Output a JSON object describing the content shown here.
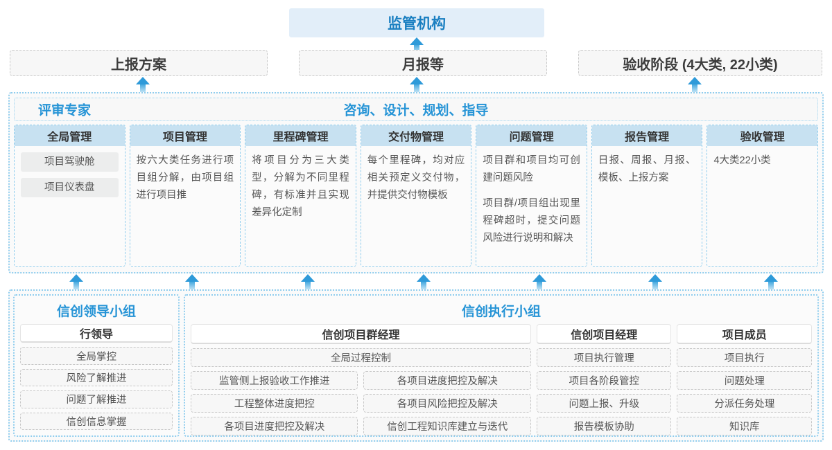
{
  "top": {
    "regulator": "监管机构",
    "reports": [
      {
        "label": "上报方案"
      },
      {
        "label": "月报等"
      },
      {
        "label": "验收阶段 (4大类, 22小类)"
      }
    ],
    "arrow_icon": "arrow-up-icon"
  },
  "middle": {
    "banner_left": "评审专家",
    "banner_center": "咨询、设计、规划、指导",
    "cards": [
      {
        "title": "全局管理",
        "pills": [
          "项目驾驶舱",
          "项目仪表盘"
        ],
        "paragraphs": []
      },
      {
        "title": "项目管理",
        "pills": [],
        "paragraphs": [
          "按六大类任务进行项目组分解，由项目组进行项目推"
        ]
      },
      {
        "title": "里程碑管理",
        "pills": [],
        "paragraphs": [
          "将项目分为三大类型，分解为不同里程碑，有标准并且实现差异化定制"
        ]
      },
      {
        "title": "交付物管理",
        "pills": [],
        "paragraphs": [
          "每个里程碑，均对应相关预定义交付物，并提供交付物模板"
        ]
      },
      {
        "title": "问题管理",
        "pills": [],
        "paragraphs": [
          "项目群和项目均可创建问题风险",
          "项目群/项目组出现里程碑超时，提交问题风险进行说明和解决"
        ]
      },
      {
        "title": "报告管理",
        "pills": [],
        "paragraphs": [
          "日报、周报、月报、模板、上报方案"
        ]
      },
      {
        "title": "验收管理",
        "pills": [],
        "paragraphs": [
          "4大类22小类"
        ]
      }
    ]
  },
  "bottom": {
    "lead_group": {
      "title": "信创领导小组",
      "role": "行领导",
      "tasks": [
        "全局掌控",
        "风险了解推进",
        "问题了解推进",
        "信创信息掌握"
      ]
    },
    "exec_group": {
      "title": "信创执行小组",
      "program_manager": {
        "role": "信创项目群经理",
        "wide_task": "全局过程控制",
        "left_tasks": [
          "监管侧上报验收工作推进",
          "工程整体进度把控",
          "各项目进度把控及解决"
        ],
        "right_tasks": [
          "各项目进度把控及解决",
          "各项目风险把控及解决",
          "信创工程知识库建立与迭代"
        ]
      },
      "project_manager": {
        "role": "信创项目经理",
        "tasks": [
          "项目执行管理",
          "项目各阶段管控",
          "问题上报、升级",
          "报告模板协助"
        ]
      },
      "project_member": {
        "role": "项目成员",
        "tasks": [
          "项目执行",
          "问题处理",
          "分派任务处理",
          "知识库"
        ]
      }
    }
  },
  "colors": {
    "accent_blue": "#2694d6",
    "regulator_bg": "#e2eef9",
    "card_head_bg": "#c7e1f1",
    "dotted_border": "#8fcdee",
    "arrow": "#3aa3dd"
  }
}
